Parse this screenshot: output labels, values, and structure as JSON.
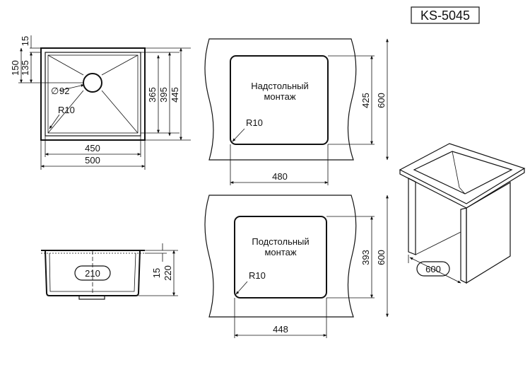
{
  "model": "KS-5045",
  "top_view": {
    "dims": {
      "d15": "15",
      "d150": "150",
      "d135": "135",
      "d365": "365",
      "d395": "395",
      "d445": "445",
      "d450": "450",
      "d500": "500",
      "drain": "92",
      "radius": "R10"
    }
  },
  "section_view": {
    "dims": {
      "d210": "210",
      "d15": "15",
      "d220": "220"
    }
  },
  "overmount": {
    "label_line1": "Надстольный",
    "label_line2": "монтаж",
    "radius": "R10",
    "d425": "425",
    "d600": "600",
    "d480": "480"
  },
  "undermount": {
    "label_line1": "Подстольный",
    "label_line2": "монтаж",
    "radius": "R10",
    "d393": "393",
    "d600": "600",
    "d448": "448"
  },
  "cabinet": {
    "d600": "600"
  }
}
